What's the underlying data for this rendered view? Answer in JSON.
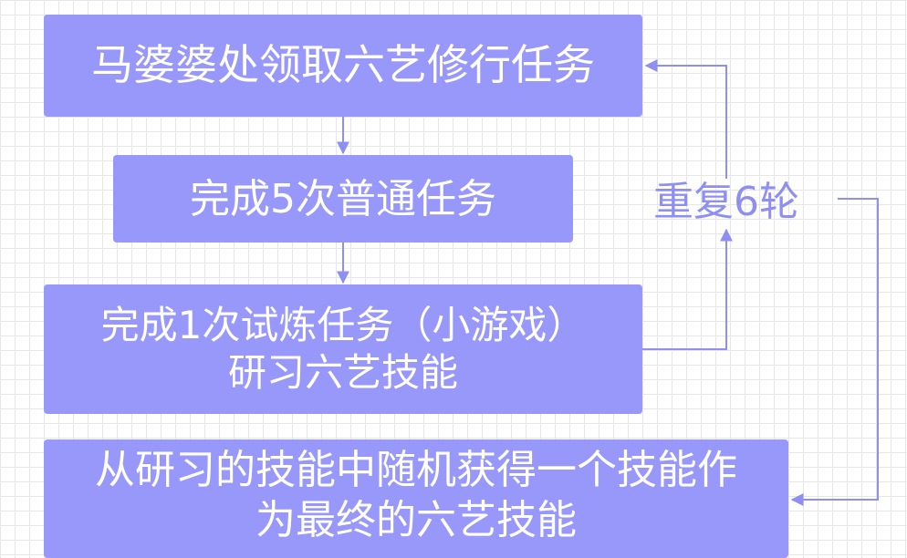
{
  "steps": {
    "step1": "马婆婆处领取六艺修行任务",
    "step2": "完成5次普通任务",
    "step3_line1": "完成1次试炼任务（小游戏）",
    "step3_line2": "研习六艺技能",
    "step4_line1": "从研习的技能中随机获得一个技能作",
    "step4_line2": "为最终的六艺技能"
  },
  "loop_label": "重复6轮",
  "colors": {
    "box": "#9898fb",
    "line": "#8f8ff2",
    "text": "#ffffff",
    "grid": "#e6e6e6"
  }
}
